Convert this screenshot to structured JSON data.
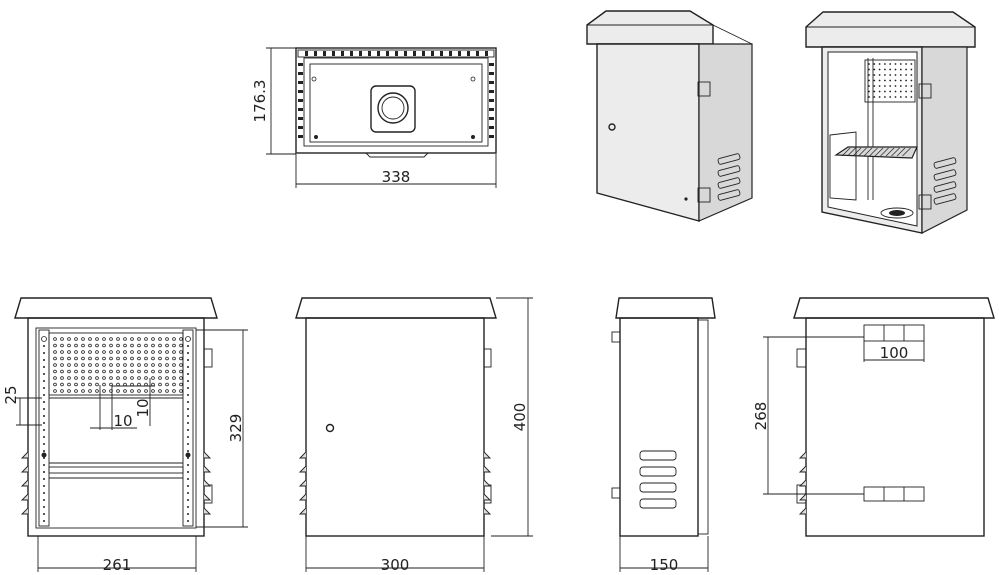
{
  "dimensions": {
    "top_depth": "176.3",
    "top_width": "338",
    "front_inner_width": "261",
    "front_inner_height": "329",
    "spacing_25": "25",
    "spacing_10a": "10",
    "spacing_10b": "10",
    "front_width": "300",
    "front_height": "400",
    "side_depth": "150",
    "back_mount_height": "268",
    "back_bracket_width": "100"
  }
}
